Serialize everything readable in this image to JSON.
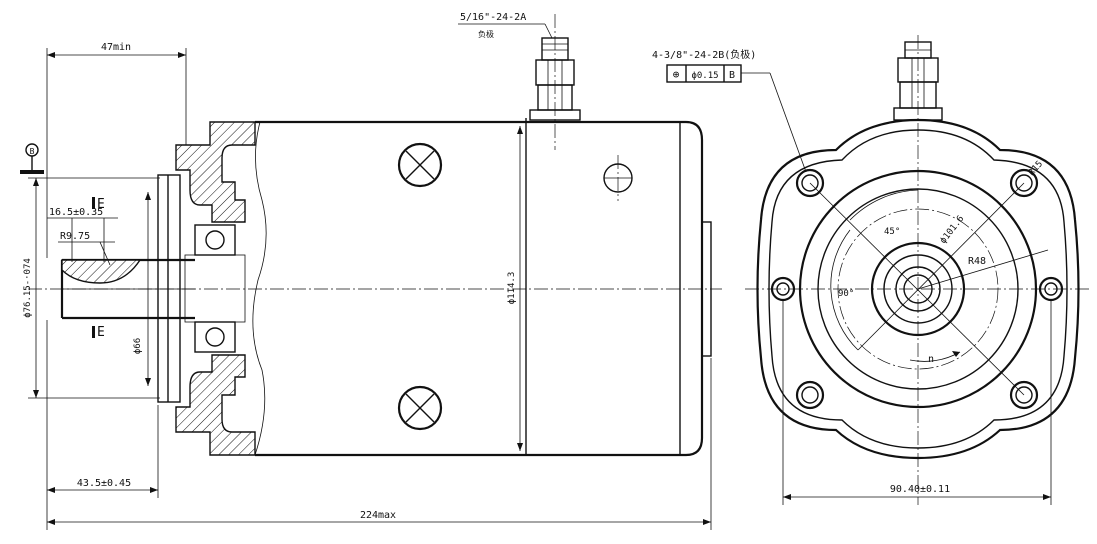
{
  "labels": {
    "terminal_thread": "5/16\"-24-2A",
    "terminal_note": "负极",
    "mount_thread": "4-3/8\"-24-2B(负极)",
    "tolerance_symbol": "⊕",
    "tolerance_value": "ϕ0.15",
    "tolerance_datum": "B",
    "datum_mark": "B",
    "shaft_min": "47min",
    "key_width": "16.5±0.35",
    "key_radius": "R9.75",
    "section_mark_top": "E",
    "section_mark_bottom": "E",
    "pilot_diameter": "ϕ76.15-·074",
    "bearing_diameter": "ϕ66",
    "body_diameter": "ϕ114.3",
    "flange_length": "43.5±0.45",
    "overall_length": "224max",
    "angle_45": "45°",
    "angle_90": "90°",
    "bolt_circle": "ϕ101.6",
    "radius_48": "R48",
    "radius_15": "R15",
    "rotation": "n",
    "bolt_spacing": "90.40±0.11"
  }
}
